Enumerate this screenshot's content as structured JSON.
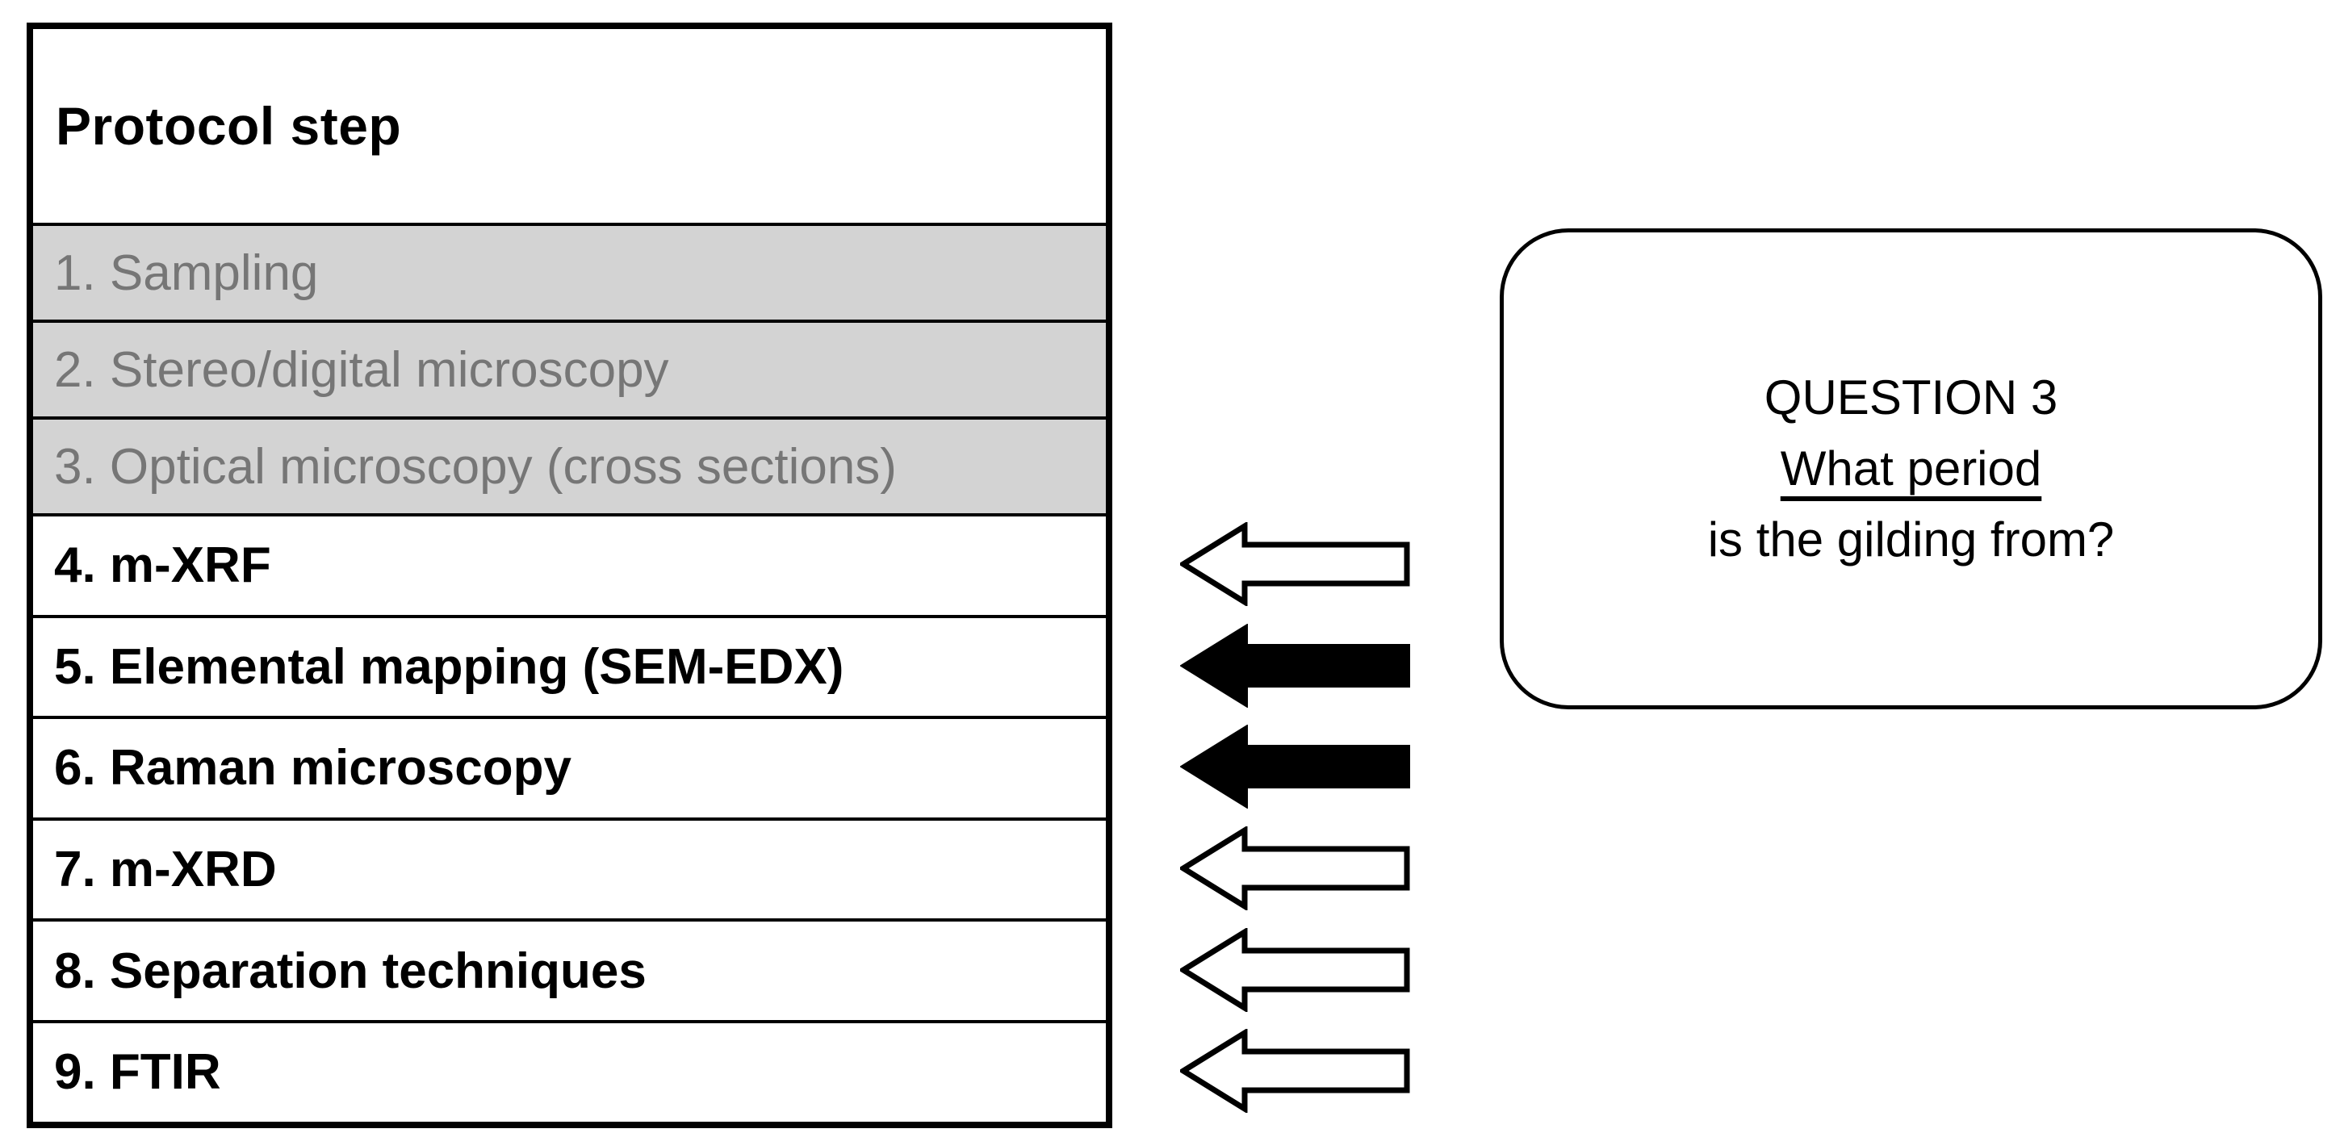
{
  "table": {
    "header": "Protocol step",
    "rows": [
      {
        "label": "1. Sampling",
        "state": "inactive",
        "arrow": null
      },
      {
        "label": "2. Stereo/digital microscopy",
        "state": "inactive",
        "arrow": null
      },
      {
        "label": "3. Optical microscopy (cross sections)",
        "state": "inactive",
        "arrow": null
      },
      {
        "label": "4. m-XRF",
        "state": "active",
        "arrow": "outline"
      },
      {
        "label": "5. Elemental mapping (SEM-EDX)",
        "state": "active",
        "arrow": "filled"
      },
      {
        "label": "6. Raman microscopy",
        "state": "active",
        "arrow": "filled"
      },
      {
        "label": "7. m-XRD",
        "state": "active",
        "arrow": "outline"
      },
      {
        "label": "8. Separation techniques",
        "state": "active",
        "arrow": "outline"
      },
      {
        "label": "9. FTIR",
        "state": "active",
        "arrow": "outline"
      }
    ]
  },
  "question_box": {
    "line1": "QUESTION 3",
    "line2": "What period",
    "line3": "is the gilding from?"
  },
  "colors": {
    "border": "#000000",
    "active_text": "#000000",
    "inactive_bg": "#d3d3d3",
    "inactive_text": "#767676",
    "arrow_outline_fill": "#ffffff",
    "arrow_filled_fill": "#000000"
  }
}
